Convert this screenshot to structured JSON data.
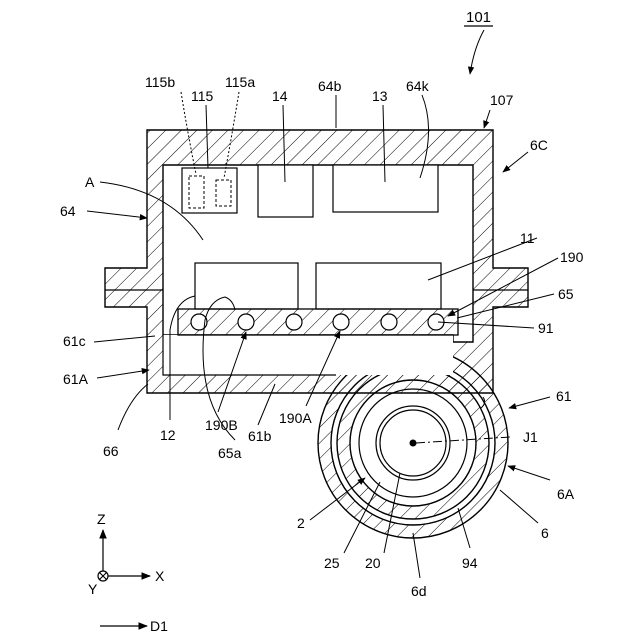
{
  "figure_number": "101",
  "labels": {
    "l107": "107",
    "l6C": "6C",
    "l115b": "115b",
    "l115": "115",
    "l115a": "115a",
    "l14": "14",
    "l64b": "64b",
    "l13": "13",
    "l64k": "64k",
    "lA": "A",
    "l64": "64",
    "l11": "11",
    "l190": "190",
    "l65": "65",
    "l91": "91",
    "l61c": "61c",
    "l61A": "61A",
    "l66": "66",
    "l12": "12",
    "l190B": "190B",
    "l61b": "61b",
    "l190A": "190A",
    "l65a": "65a",
    "l61": "61",
    "lJ1": "J1",
    "l6A": "6A",
    "l6": "6",
    "l2": "2",
    "l25": "25",
    "l20": "20",
    "l94": "94",
    "l6d": "6d"
  },
  "axes": {
    "z": "Z",
    "x": "X",
    "y": "Y",
    "d1": "D1"
  }
}
